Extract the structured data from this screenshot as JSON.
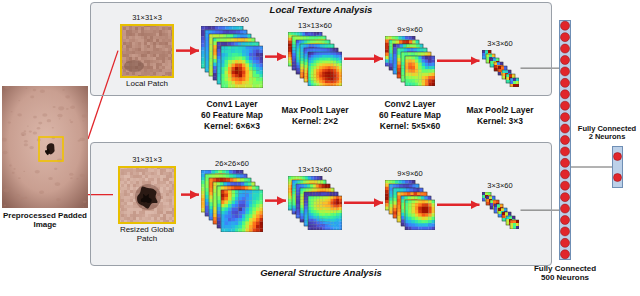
{
  "diagram": {
    "nodes": [
      {
        "text": [
          "Preprocessed Padded Image"
        ]
      },
      {
        "text": [
          "Local Texture Analysis"
        ]
      },
      {
        "text": [
          "31×31×3",
          "Local Patch"
        ],
        "in": 1
      },
      {
        "text": [
          "26×26×60"
        ],
        "in": 1
      },
      {
        "text": [
          "13×13×60"
        ],
        "in": 1
      },
      {
        "text": [
          "9×9×60"
        ],
        "in": 1
      },
      {
        "text": [
          "3×3×60"
        ],
        "in": 1
      },
      {
        "text": [
          "General Structure Analysis"
        ]
      },
      {
        "text": [
          "31×31×3",
          "Resized Global Patch"
        ],
        "in": 7
      },
      {
        "text": [
          "26×26×60"
        ],
        "in": 7
      },
      {
        "text": [
          "13×13×60"
        ],
        "in": 7
      },
      {
        "text": [
          "9×9×60"
        ],
        "in": 7
      },
      {
        "text": [
          "3×3×60"
        ],
        "in": 7
      },
      {
        "text": [
          "Fully Connected 500 Neurons"
        ]
      },
      {
        "text": [
          "Fully Connected 2 Neurons"
        ]
      }
    ],
    "edges": [
      {
        "from": 0,
        "to": 2,
        "arrow": "none"
      },
      {
        "from": 2,
        "to": 3,
        "arrow": "to"
      },
      {
        "from": 3,
        "to": 4,
        "arrow": "to"
      },
      {
        "from": 4,
        "to": 5,
        "arrow": "to"
      },
      {
        "from": 5,
        "to": 6,
        "arrow": "to"
      },
      {
        "from": 0,
        "to": 8,
        "arrow": "none"
      },
      {
        "from": 8,
        "to": 9,
        "arrow": "to"
      },
      {
        "from": 9,
        "to": 10,
        "arrow": "to"
      },
      {
        "from": 10,
        "to": 11,
        "arrow": "to"
      },
      {
        "from": 11,
        "to": 12,
        "arrow": "to"
      },
      {
        "from": 6,
        "to": 13,
        "arrow": "none"
      },
      {
        "from": 12,
        "to": 13,
        "arrow": "none"
      },
      {
        "from": 13,
        "to": 14,
        "arrow": "none"
      }
    ],
    "labels": [
      "Conv1 Layer",
      "60 Feature Map",
      "Kernel: 6×6×3",
      "Max Pool1 Layer",
      "Kernel: 2×2",
      "Conv2 Layer",
      "60 Feature Map",
      "Kernel: 5×5×60",
      "Max Pool2 Layer",
      "Kernel: 3×3"
    ]
  }
}
